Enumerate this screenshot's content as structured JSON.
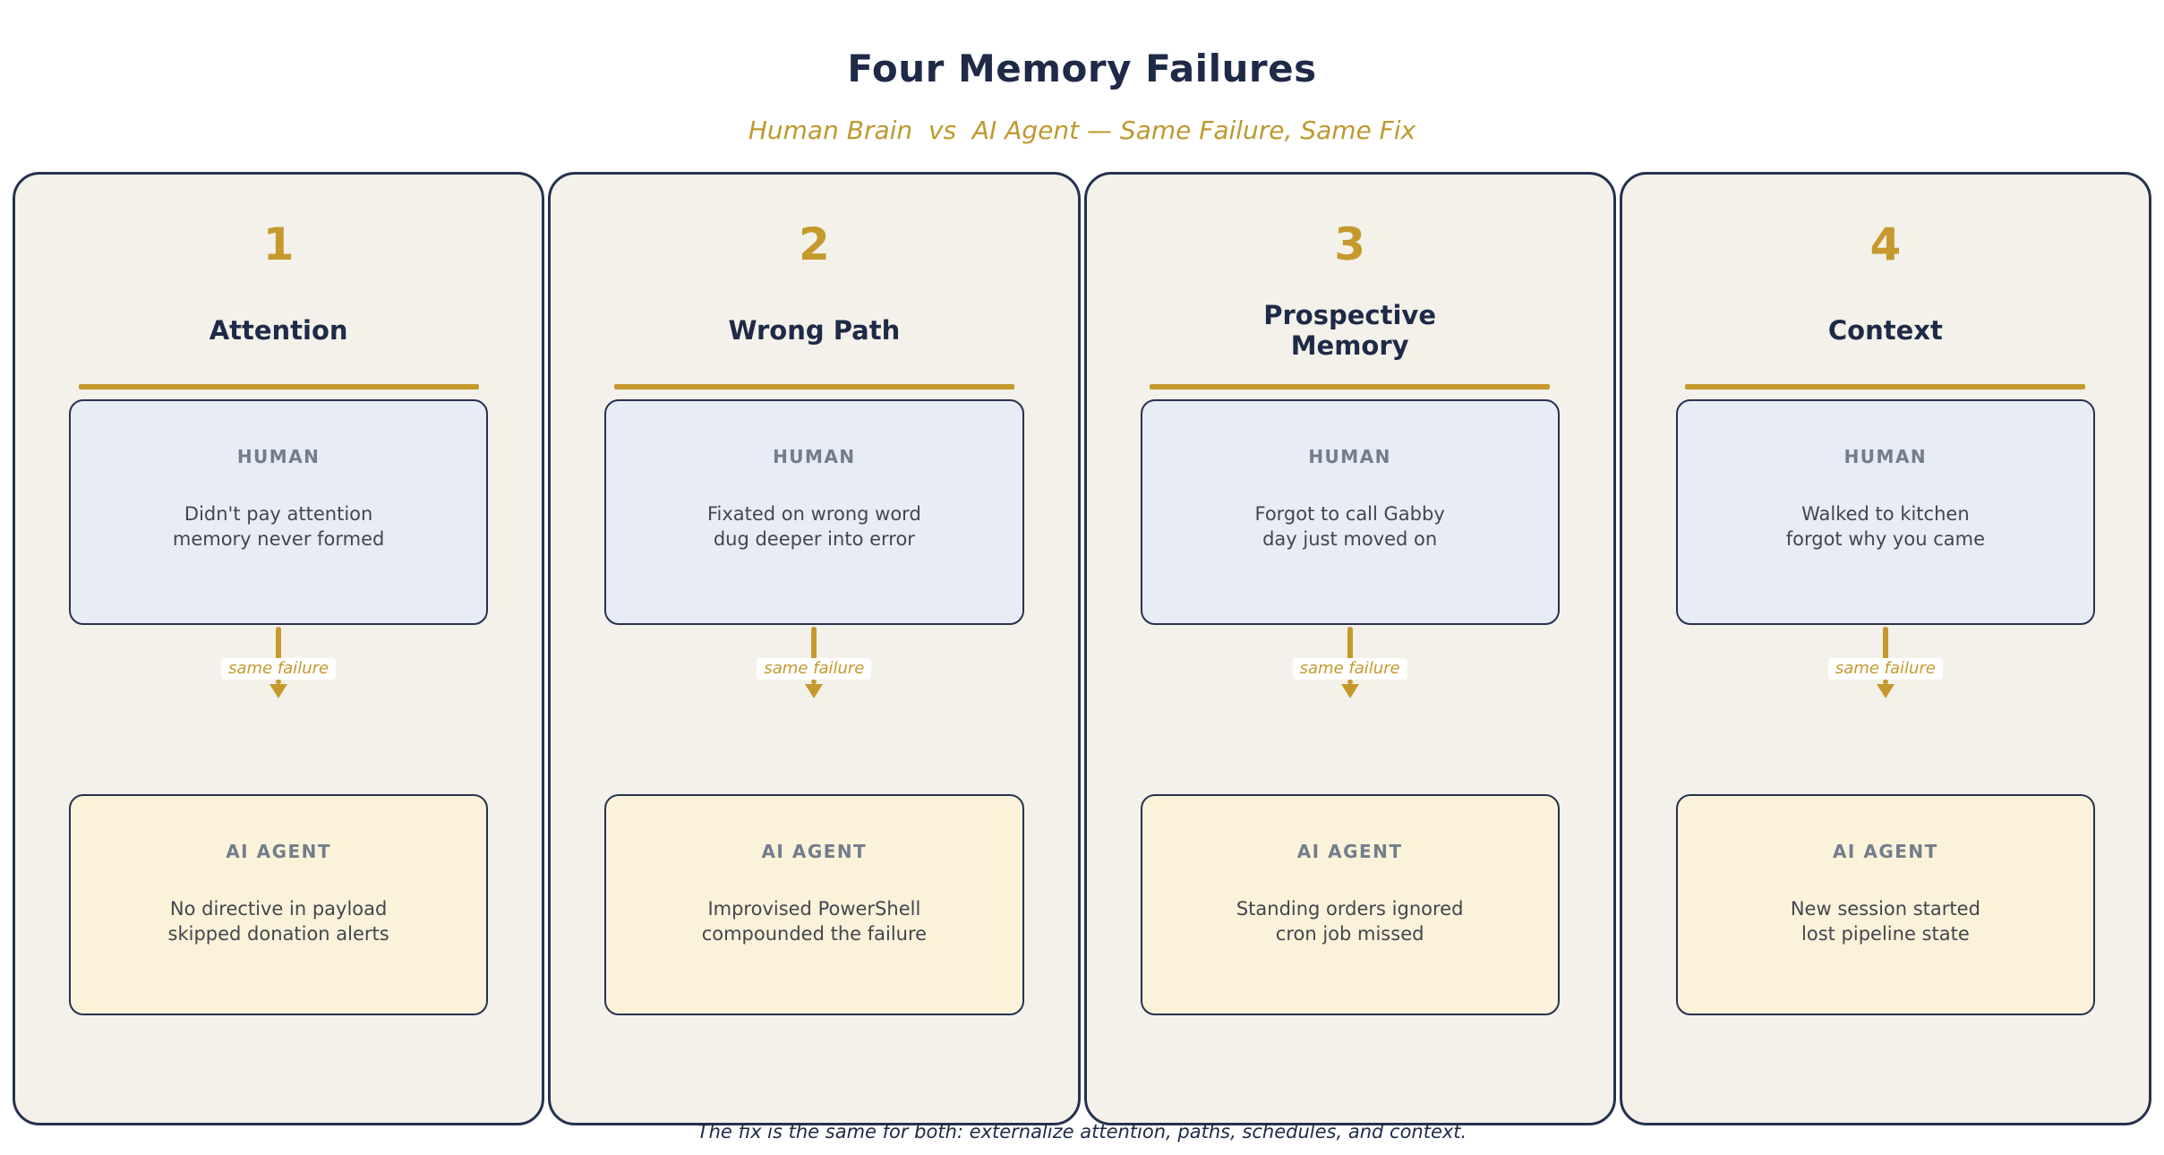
{
  "header": {
    "title": "Four Memory Failures",
    "subtitle": "Human Brain  vs  AI Agent — Same Failure, Same Fix"
  },
  "labels": {
    "arrow": "same failure"
  },
  "panels": [
    {
      "number": "1",
      "title": "Attention",
      "human": {
        "label": "HUMAN",
        "lines": [
          "Didn't pay attention",
          "memory never formed"
        ]
      },
      "ai": {
        "label": "AI AGENT",
        "lines": [
          "No directive in payload",
          "skipped donation alerts"
        ]
      }
    },
    {
      "number": "2",
      "title": "Wrong Path",
      "human": {
        "label": "HUMAN",
        "lines": [
          "Fixated on wrong word",
          "dug deeper into error"
        ]
      },
      "ai": {
        "label": "AI AGENT",
        "lines": [
          "Improvised PowerShell",
          "compounded the failure"
        ]
      }
    },
    {
      "number": "3",
      "title": "Prospective Memory",
      "human": {
        "label": "HUMAN",
        "lines": [
          "Forgot to call Gabby",
          "day just moved on"
        ]
      },
      "ai": {
        "label": "AI AGENT",
        "lines": [
          "Standing orders ignored",
          "cron job missed"
        ]
      }
    },
    {
      "number": "4",
      "title": "Context",
      "human": {
        "label": "HUMAN",
        "lines": [
          "Walked to kitchen",
          "forgot why you came"
        ]
      },
      "ai": {
        "label": "AI AGENT",
        "lines": [
          "New session started",
          "lost pipeline state"
        ]
      }
    }
  ],
  "footer": {
    "text": "The fix is the same for both: externalize attention, paths, schedules, and context."
  },
  "colors": {
    "gold": "#C5992D",
    "navy": "#1E2A47",
    "border_navy": "#26324E",
    "panel_bg": "#F3F1EA",
    "human_card_bg": "#E8ECF4",
    "ai_card_bg": "#FBF2DA",
    "card_label_gray": "#737D8B",
    "card_body_text": "#42464D",
    "page_bg": "#FFFFFF"
  }
}
